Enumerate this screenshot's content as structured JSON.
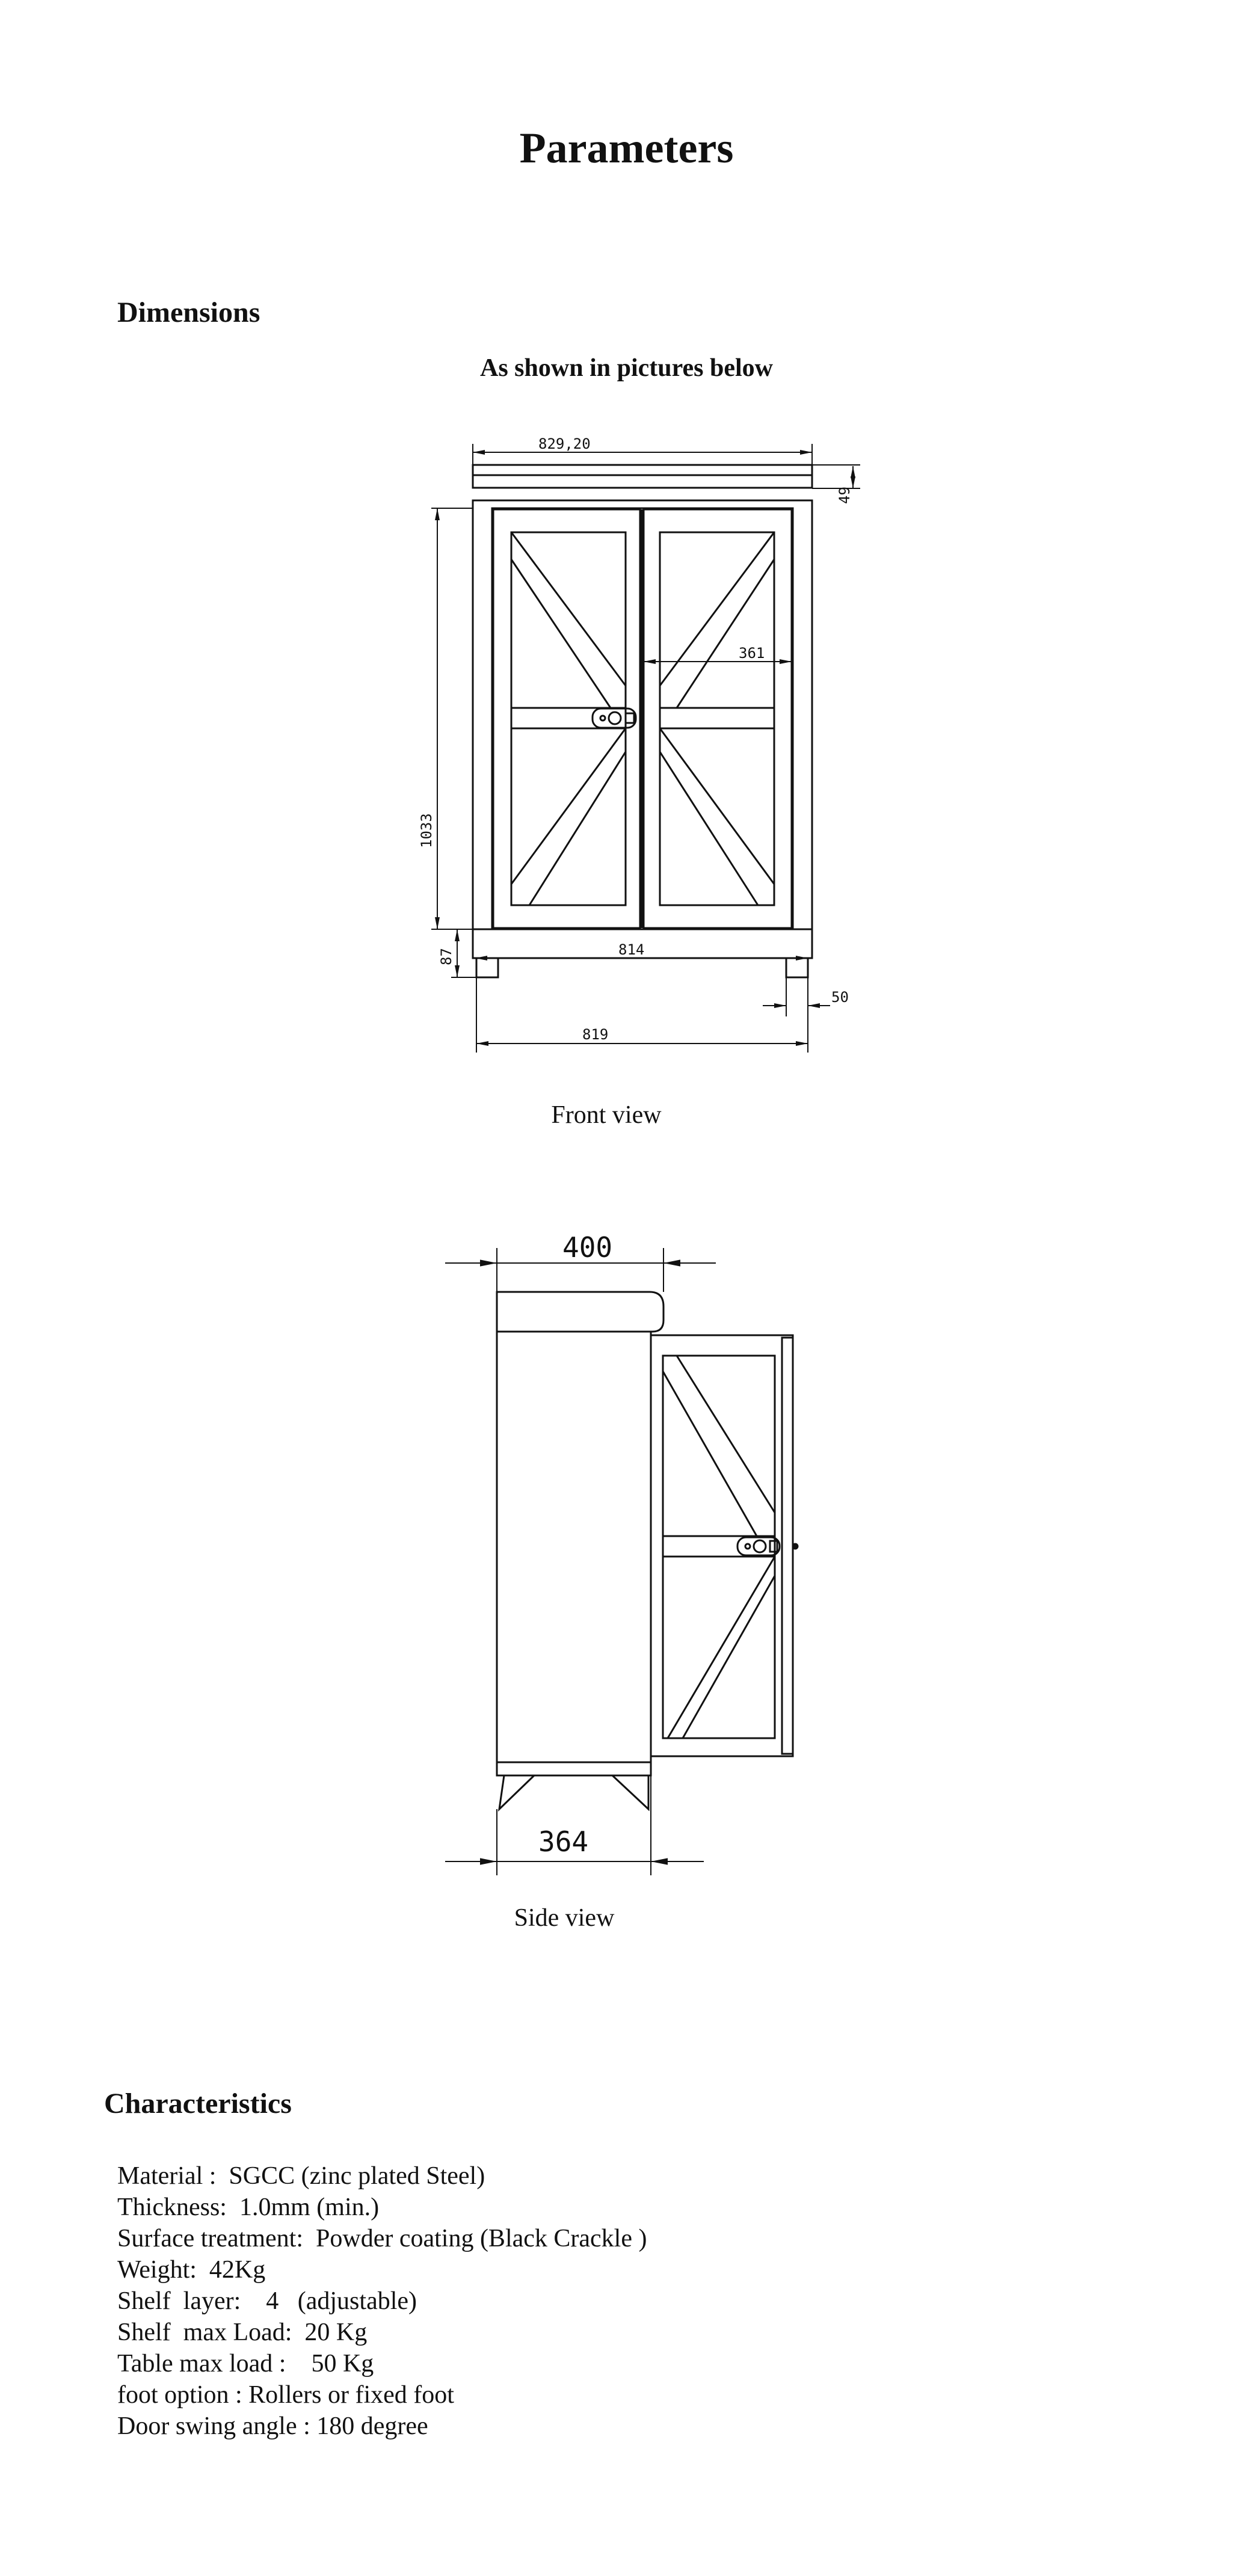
{
  "page": {
    "title": "Parameters"
  },
  "dimensions": {
    "heading": "Dimensions",
    "subtitle": "As shown in pictures below",
    "front_view": {
      "caption": "Front view",
      "labels": {
        "overall_width": "829,20",
        "top_height": "49",
        "door_width": "361",
        "body_height": "1033",
        "base_width": "814",
        "leg_height": "87",
        "leg_width": "50",
        "foot_span": "819"
      }
    },
    "side_view": {
      "caption": "Side view",
      "labels": {
        "top_depth": "400",
        "base_depth": "364"
      }
    }
  },
  "characteristics": {
    "heading": "Characteristics",
    "items": [
      "Material :  SGCC (zinc plated Steel)",
      "Thickness:  1.0mm (min.)",
      "Surface treatment:  Powder coating (Black Crackle )",
      "Weight:  42Kg",
      "Shelf  layer:    4   (adjustable)",
      "Shelf  max Load:  20 Kg",
      "Table max load :    50 Kg",
      "foot option : Rollers or fixed foot",
      "Door swing angle : 180 degree"
    ]
  }
}
